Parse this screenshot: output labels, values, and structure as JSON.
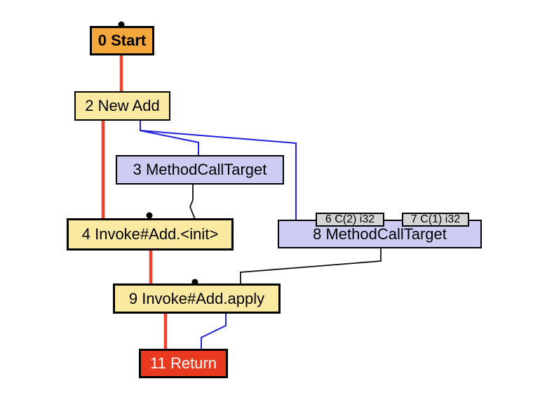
{
  "view": {
    "kind": "compiler-ir-graph",
    "background": "#ffffff"
  },
  "nodes": {
    "start": {
      "id": 0,
      "label": "0 Start",
      "fill": "#f4a83c",
      "text_color": "#000000",
      "has_input_dot": true
    },
    "new_add": {
      "id": 2,
      "label": "2 New Add",
      "fill": "#fae9a0",
      "text_color": "#000000",
      "has_input_dot": false
    },
    "mct3": {
      "id": 3,
      "label": "3 MethodCallTarget",
      "fill": "#cdcdf3",
      "text_color": "#000000",
      "has_input_dot": false
    },
    "invoke_init": {
      "id": 4,
      "label": "4 Invoke#Add.<init>",
      "fill": "#fae9a0",
      "text_color": "#000000",
      "has_input_dot": true
    },
    "const6": {
      "id": 6,
      "label": "6 C(2) i32",
      "fill": "#d5d5d5",
      "text_color": "#000000",
      "has_input_dot": false
    },
    "const7": {
      "id": 7,
      "label": "7 C(1) i32",
      "fill": "#d5d5d5",
      "text_color": "#000000",
      "has_input_dot": false
    },
    "mct8": {
      "id": 8,
      "label": "8 MethodCallTarget",
      "fill": "#cdcdf3",
      "text_color": "#000000",
      "has_input_dot": false
    },
    "invoke_apply": {
      "id": 9,
      "label": "9 Invoke#Add.apply",
      "fill": "#fae9a0",
      "text_color": "#000000",
      "has_input_dot": true
    },
    "return": {
      "id": 11,
      "label": "11 Return",
      "fill": "#e93a1f",
      "text_color": "#ffffff",
      "has_input_dot": false
    }
  },
  "edges": [
    {
      "from": "0 Start",
      "to": "2 New Add",
      "type": "control",
      "color": "#f3412b"
    },
    {
      "from": "2 New Add",
      "to": "4 Invoke#Add.<init>",
      "type": "control",
      "color": "#f3412b"
    },
    {
      "from": "4 Invoke#Add.<init>",
      "to": "9 Invoke#Add.apply",
      "type": "control",
      "color": "#f3412b"
    },
    {
      "from": "9 Invoke#Add.apply",
      "to": "11 Return",
      "type": "control",
      "color": "#f3412b"
    },
    {
      "from": "2 New Add",
      "to": "3 MethodCallTarget",
      "type": "value",
      "color": "#2020de"
    },
    {
      "from": "2 New Add",
      "to": "8 MethodCallTarget",
      "type": "value",
      "color": "#2020de"
    },
    {
      "from": "9 Invoke#Add.apply",
      "to": "11 Return",
      "type": "value",
      "color": "#2020de"
    },
    {
      "from": "3 MethodCallTarget",
      "to": "4 Invoke#Add.<init>",
      "type": "association",
      "color": "#000000"
    },
    {
      "from": "8 MethodCallTarget",
      "to": "9 Invoke#Add.apply",
      "type": "association",
      "color": "#000000"
    }
  ],
  "colors": {
    "control_edge": "#f3412b",
    "value_edge": "#2020de",
    "association_edge": "#000000",
    "start_fill": "#f4a83c",
    "fixed_fill": "#fae9a0",
    "call_target_fill": "#cdcdf3",
    "constant_fill": "#d5d5d5",
    "return_fill": "#e93a1f",
    "node_border": "#000000"
  }
}
